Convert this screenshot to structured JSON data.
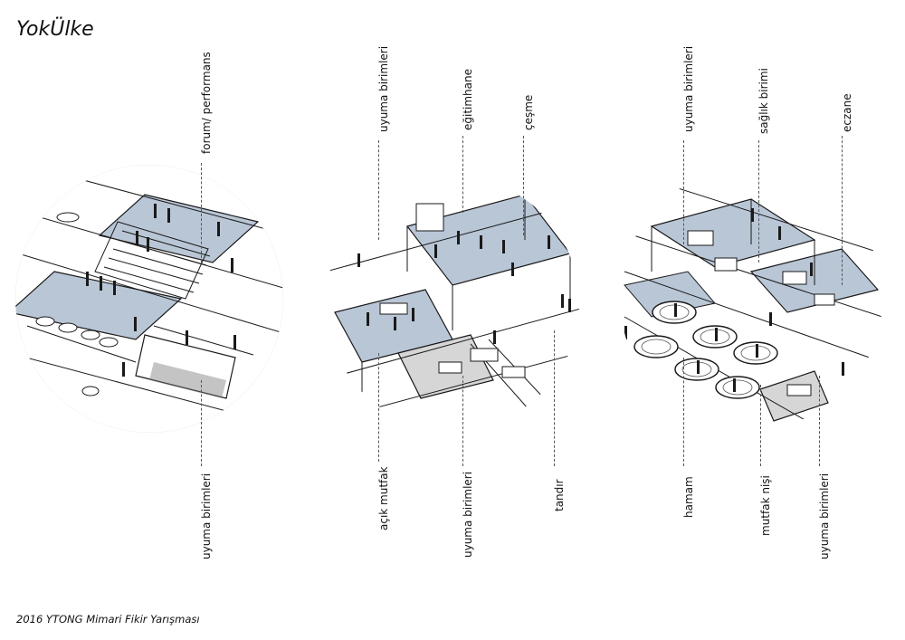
{
  "header": {
    "title": "YokÜlke"
  },
  "footer": {
    "text": "2016 YTONG Mimari Fikir Yarışması"
  },
  "colors": {
    "accent_blue": "#b9c6d6",
    "line": "#1a1a1a",
    "grey": "#7d7d7d"
  },
  "circles": [
    {
      "top_labels": [
        "forum/ performans"
      ],
      "bottom_labels": [
        "uyuma birimleri"
      ]
    },
    {
      "top_labels": [
        "uyuma birimleri",
        "eğitimhane",
        "çeşme"
      ],
      "bottom_labels": [
        "açık mutfak",
        "uyuma birimleri",
        "tandır"
      ]
    },
    {
      "top_labels": [
        "uyuma birimleri",
        "sağlık birimi",
        "eczane"
      ],
      "bottom_labels": [
        "hamam",
        "mutfak nişi",
        "uyuma birimleri"
      ]
    }
  ]
}
